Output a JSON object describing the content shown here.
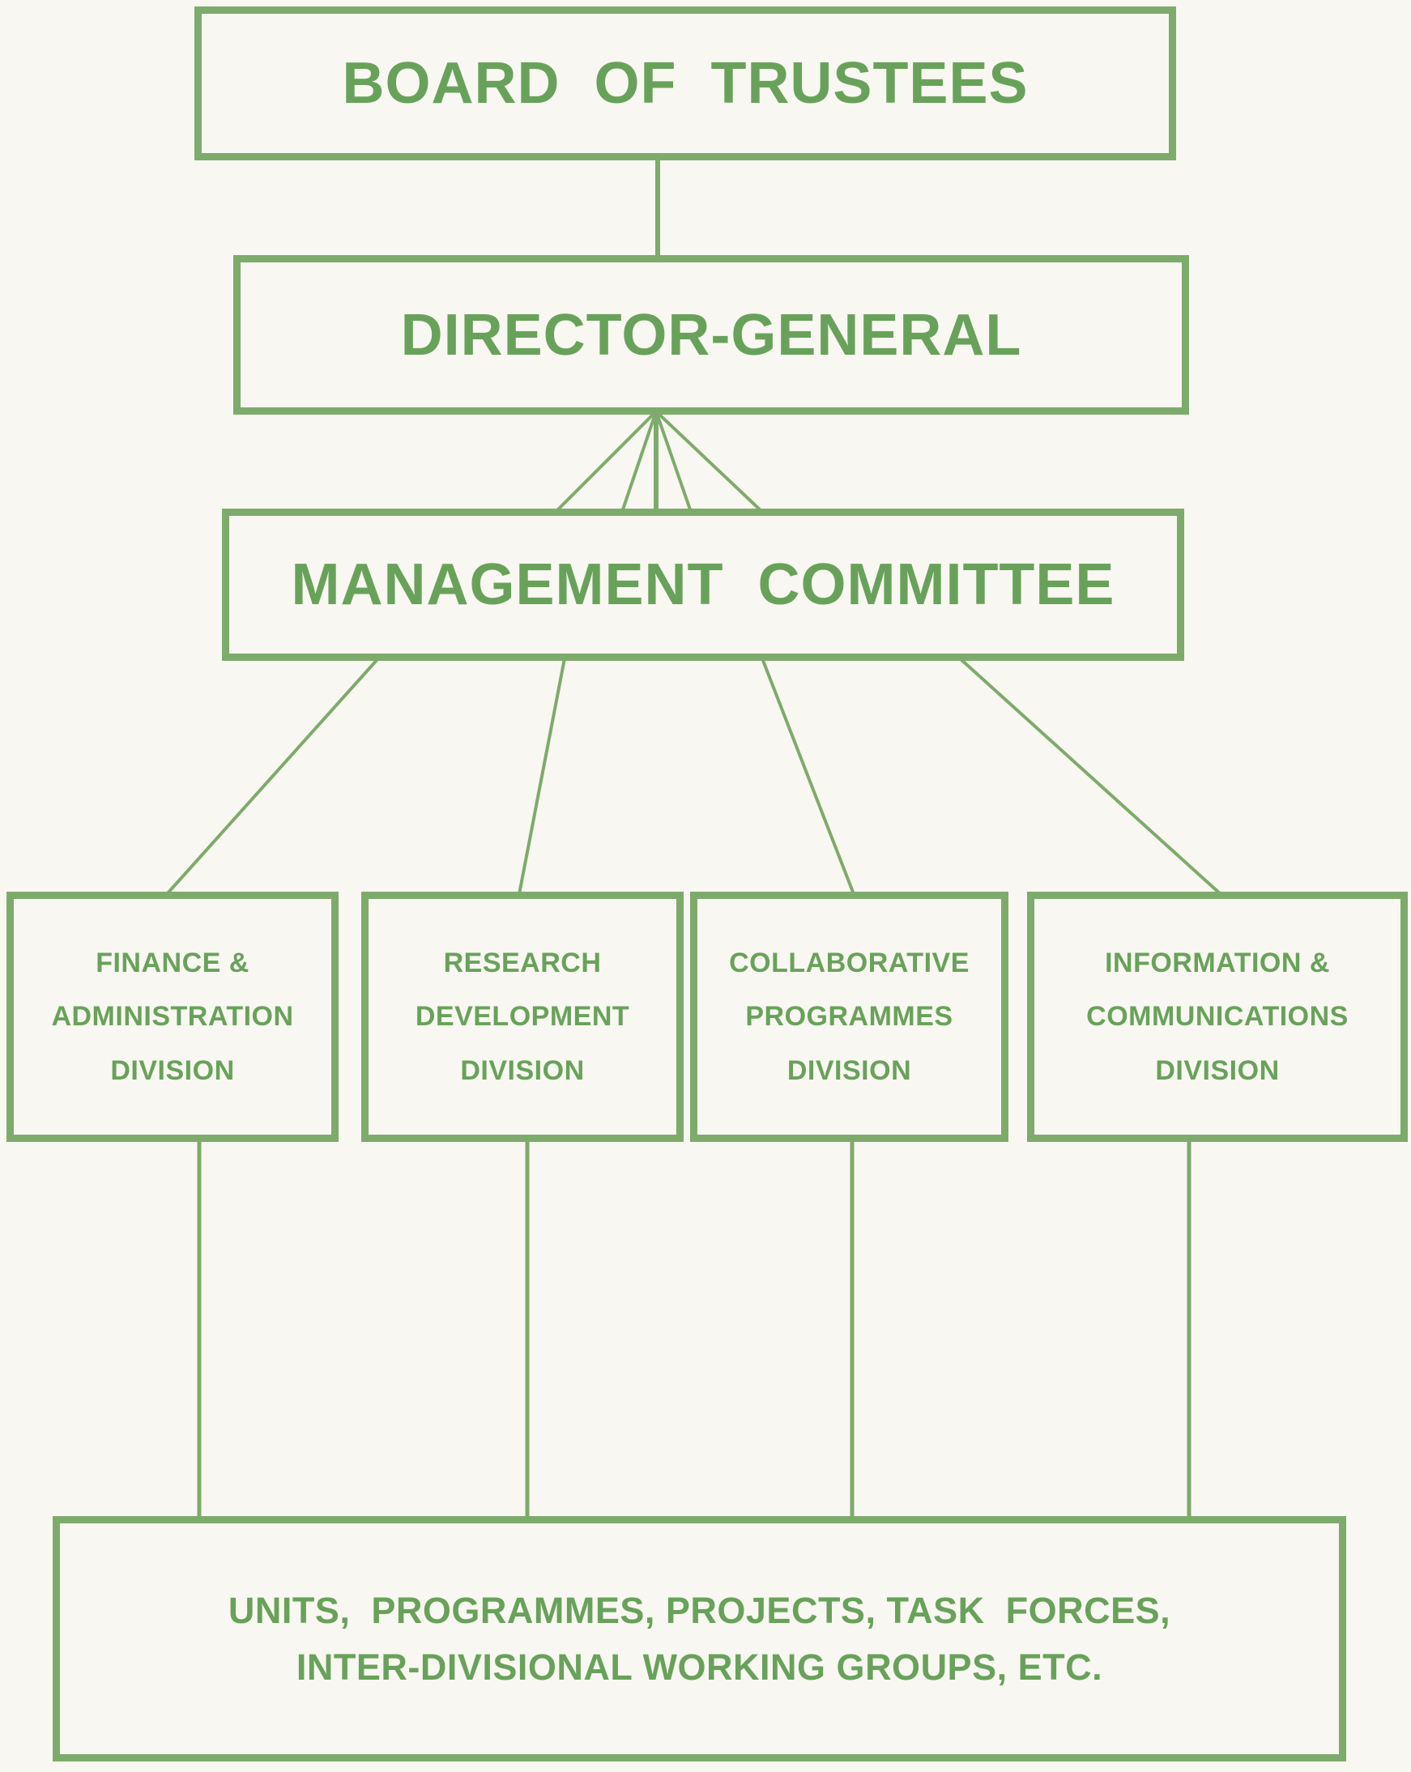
{
  "colors": {
    "line_green": "#7dab6b",
    "text_green": "#68a25a",
    "paper_background": "#f9f7f1"
  },
  "org": {
    "board": {
      "label": "BOARD  OF  TRUSTEES"
    },
    "director_general": {
      "label": "DIRECTOR-GENERAL"
    },
    "management_committee": {
      "label": "MANAGEMENT  COMMITTEE"
    },
    "divisions": [
      {
        "lines": [
          "FINANCE &",
          "ADMINISTRATION",
          "DIVISION"
        ]
      },
      {
        "lines": [
          "RESEARCH",
          "DEVELOPMENT",
          "DIVISION"
        ]
      },
      {
        "lines": [
          "COLLABORATIVE",
          "PROGRAMMES",
          "DIVISION"
        ]
      },
      {
        "lines": [
          "INFORMATION &",
          "COMMUNICATIONS",
          "DIVISION"
        ]
      }
    ],
    "units_box": {
      "lines": [
        "UNITS,  PROGRAMMES, PROJECTS, TASK  FORCES,",
        "INTER-DIVISIONAL WORKING GROUPS, ETC."
      ]
    }
  }
}
